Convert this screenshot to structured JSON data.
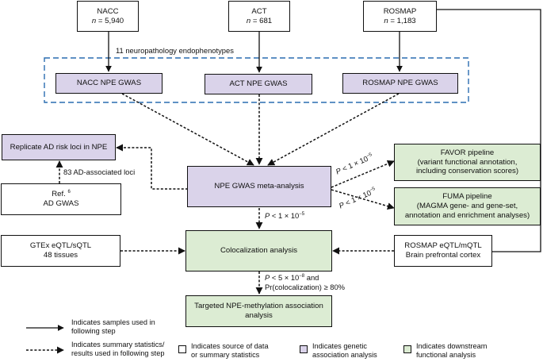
{
  "sources": {
    "nacc": {
      "name": "NACC",
      "n_label": "n",
      "n_value": " = 5,940"
    },
    "act": {
      "name": "ACT",
      "n_label": "n",
      "n_value": " = 681"
    },
    "rosmap": {
      "name": "ROSMAP",
      "n_label": "n",
      "n_value": " = 1,183"
    }
  },
  "group_label": "11 neuropathology endophenotypes",
  "gwas": {
    "nacc": "NACC NPE GWAS",
    "act": "ACT NPE GWAS",
    "rosmap": "ROSMAP NPE GWAS"
  },
  "replicate": "Replicate AD risk loci in NPE",
  "loci_label": "83 AD-associated loci",
  "ad_gwas": {
    "ref_prefix": "Ref.",
    "ref_num": "6",
    "name": "AD GWAS"
  },
  "meta": "NPE GWAS meta-analysis",
  "favor": {
    "line1": "FAVOR pipeline",
    "line2": "(variant functional annotation,",
    "line3": "including conservation scores)"
  },
  "fuma": {
    "line1": "FUMA pipeline",
    "line2": "(MAGMA gene- and gene-set,",
    "line3": "annotation and enrichment analyses)"
  },
  "thresholds": {
    "favor": {
      "p": "P",
      "rest": " < 1 × 10",
      "exp": "−5"
    },
    "fuma": {
      "p": "P",
      "rest": " < 1 × 10",
      "exp": "−5"
    },
    "coloc": {
      "p": "P",
      "rest": " < 1 × 10",
      "exp": "−5"
    },
    "targeted": {
      "p": "P",
      "rest": " < 5 × 10",
      "exp": "−8",
      "rest2": " and",
      "line2": "Pr(colocalization) ≥ 80%"
    }
  },
  "gtex": {
    "line1": "GTEx eQTL/sQTL",
    "line2": "48 tissues"
  },
  "coloc": "Colocalization analysis",
  "rosmap_qtl": {
    "line1": "ROSMAP eQTL/mQTL",
    "line2": "Brain prefrontal cortex"
  },
  "targeted": {
    "line1": "Targeted NPE-methylation association",
    "line2": "analysis"
  },
  "legend": {
    "solid": {
      "line1": "Indicates samples used in",
      "line2": "following step"
    },
    "dashed": {
      "line1": "Indicates summary statistics/",
      "line2": "results used in following step"
    },
    "white": {
      "line1": "Indicates source of data",
      "line2": "or summary statistics"
    },
    "purple": {
      "line1": "Indicates genetic",
      "line2": "association analysis"
    },
    "green": {
      "line1": "Indicates downstream",
      "line2": "functional analysis"
    }
  },
  "colors": {
    "purple": "#dad3ea",
    "green": "#dcecd3",
    "group_border": "#2a6db0",
    "line": "#111111"
  }
}
